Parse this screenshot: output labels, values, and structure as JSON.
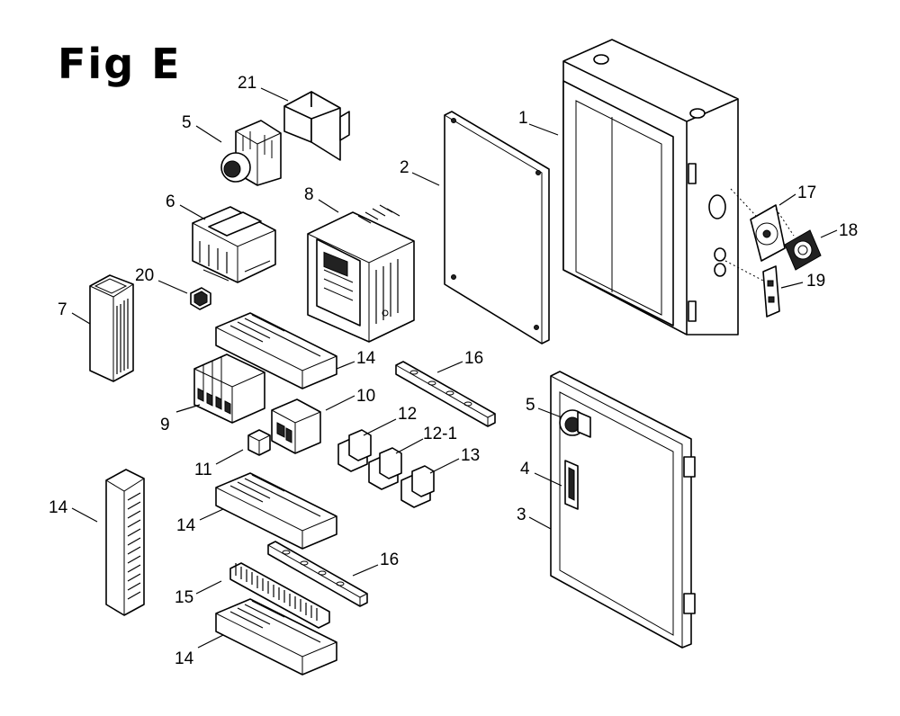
{
  "figure": {
    "title": "Fig E"
  },
  "callouts": {
    "c1": "1",
    "c2": "2",
    "c3": "3",
    "c4": "4",
    "c5a": "5",
    "c5b": "5",
    "c6": "6",
    "c7": "7",
    "c8": "8",
    "c9": "9",
    "c10": "10",
    "c11": "11",
    "c12": "12",
    "c12_1": "12-1",
    "c13": "13",
    "c14a": "14",
    "c14b": "14",
    "c14c": "14",
    "c14d": "14",
    "c15": "15",
    "c16a": "16",
    "c16b": "16",
    "c17": "17",
    "c18": "18",
    "c19": "19",
    "c20": "20",
    "c21": "21"
  }
}
